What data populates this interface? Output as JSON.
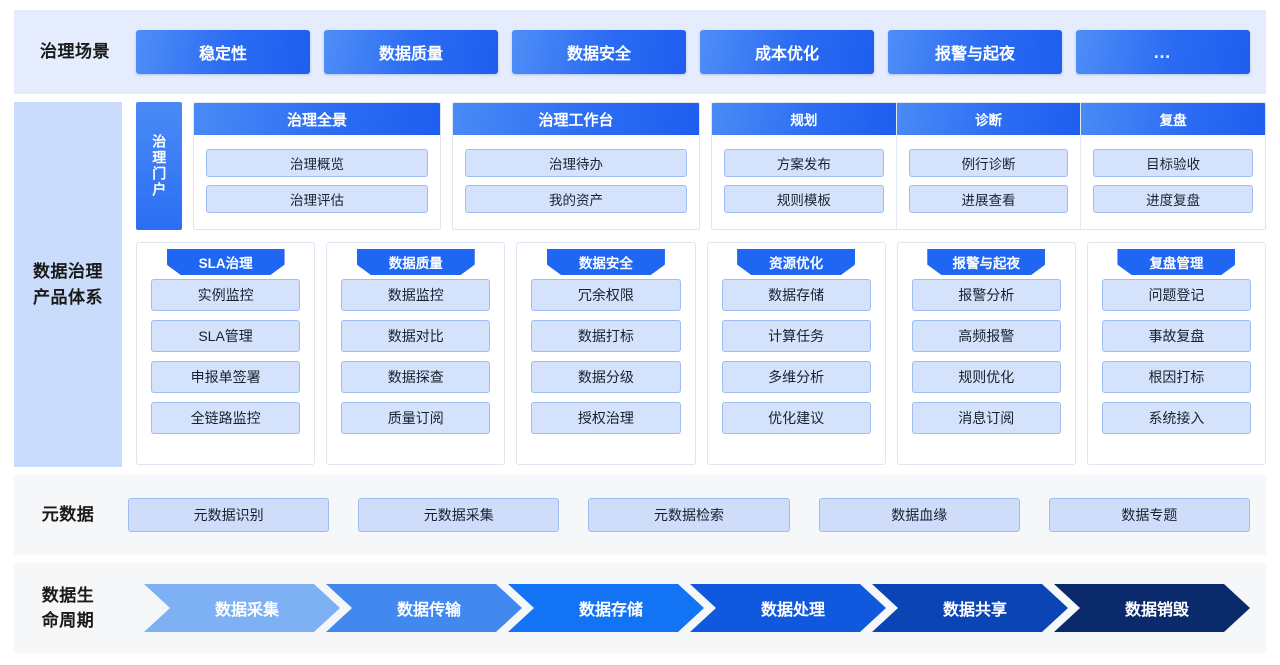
{
  "scenes": {
    "label": "治理场景",
    "items": [
      {
        "label": "稳定性"
      },
      {
        "label": "数据质量"
      },
      {
        "label": "数据安全"
      },
      {
        "label": "成本优化"
      },
      {
        "label": "报警与起夜"
      },
      {
        "label": "…"
      }
    ]
  },
  "products": {
    "label": "数据治理\n产品体系",
    "portal_tab": "治理门户",
    "portal_cards": [
      {
        "title": "治理全景",
        "items": [
          "治理概览",
          "治理评估"
        ]
      },
      {
        "title": "治理工作台",
        "items": [
          "治理待办",
          "我的资产"
        ]
      }
    ],
    "stage_cards": [
      {
        "title": "规划",
        "items": [
          "方案发布",
          "规则模板"
        ]
      },
      {
        "title": "诊断",
        "items": [
          "例行诊断",
          "进展查看"
        ]
      },
      {
        "title": "复盘",
        "items": [
          "目标验收",
          "进度复盘"
        ]
      }
    ],
    "modules": [
      {
        "title": "SLA治理",
        "items": [
          "实例监控",
          "SLA管理",
          "申报单签署",
          "全链路监控"
        ]
      },
      {
        "title": "数据质量",
        "items": [
          "数据监控",
          "数据对比",
          "数据探查",
          "质量订阅"
        ]
      },
      {
        "title": "数据安全",
        "items": [
          "冗余权限",
          "数据打标",
          "数据分级",
          "授权治理"
        ]
      },
      {
        "title": "资源优化",
        "items": [
          "数据存储",
          "计算任务",
          "多维分析",
          "优化建议"
        ]
      },
      {
        "title": "报警与起夜",
        "items": [
          "报警分析",
          "高频报警",
          "规则优化",
          "消息订阅"
        ]
      },
      {
        "title": "复盘管理",
        "items": [
          "问题登记",
          "事故复盘",
          "根因打标",
          "系统接入"
        ]
      }
    ]
  },
  "metadata": {
    "label": "元数据",
    "items": [
      "元数据识别",
      "元数据采集",
      "元数据检索",
      "数据血缘",
      "数据专题"
    ]
  },
  "lifecycle": {
    "label": "数据生\n命周期",
    "items": [
      {
        "label": "数据采集",
        "color": "#7eb0f4"
      },
      {
        "label": "数据传输",
        "color": "#4189ef"
      },
      {
        "label": "数据存储",
        "color": "#1373f5"
      },
      {
        "label": "数据处理",
        "color": "#1059de"
      },
      {
        "label": "数据共享",
        "color": "#0b45b5"
      },
      {
        "label": "数据销毁",
        "color": "#0b2a6b"
      }
    ]
  },
  "colors": {
    "scene_band_bg": "#e4ecfd",
    "product_label_bg": "#c9dcfb",
    "neutral_band_bg": "#f6f7f9",
    "accent_blue": "#1f66f2",
    "pill_bg": "#d5e2fb",
    "pill_border": "#9ebdf2"
  }
}
